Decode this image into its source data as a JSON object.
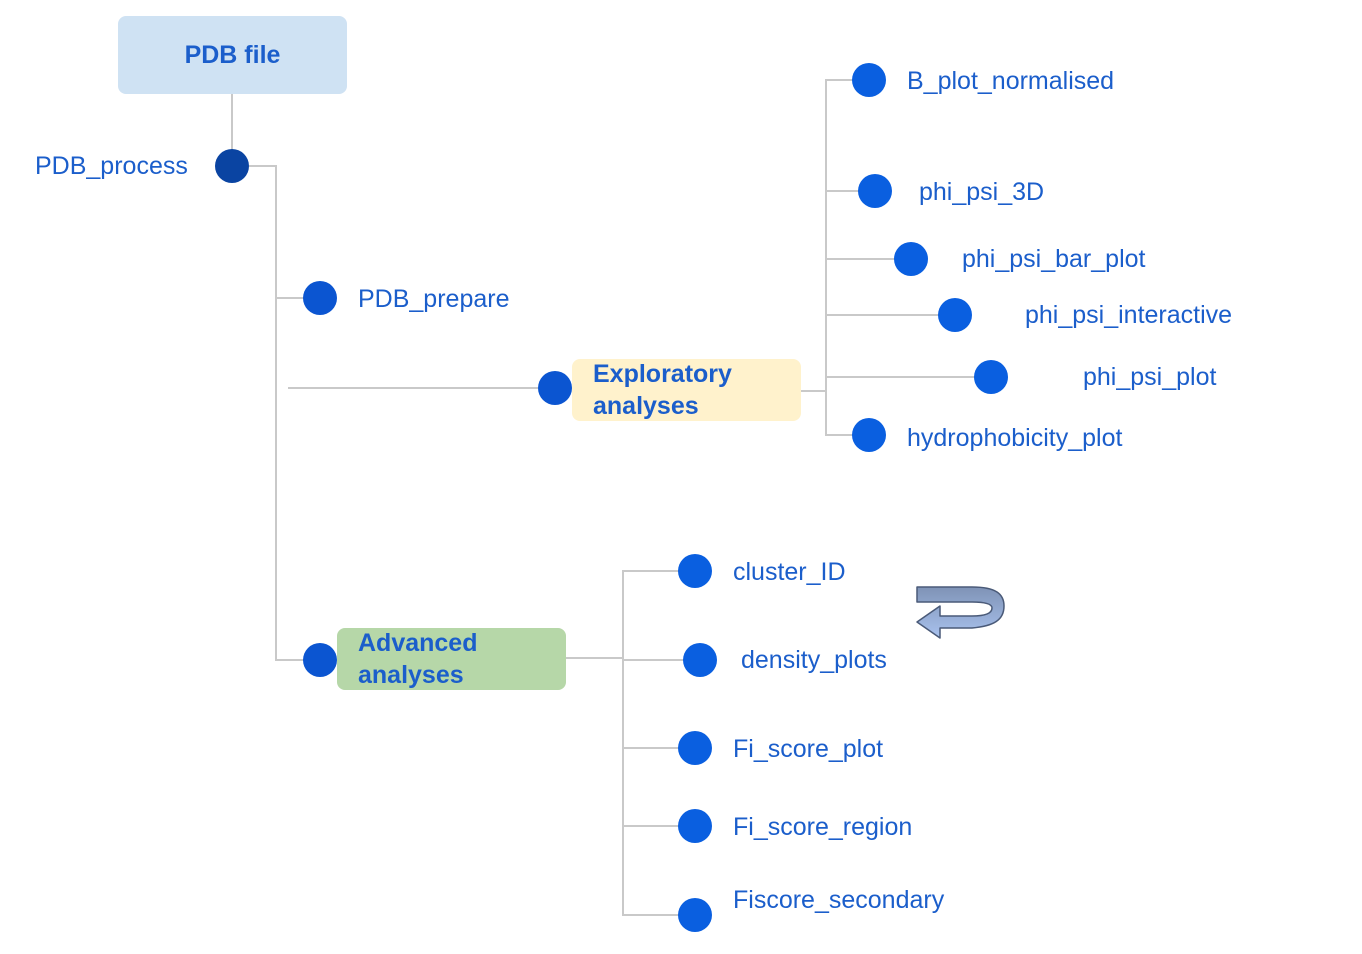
{
  "root": {
    "label": "PDB file"
  },
  "process": {
    "label": "PDB_process"
  },
  "prepare": {
    "label": "PDB_prepare"
  },
  "exploratory": {
    "line1": "Exploratory",
    "line2": "analyses",
    "items": [
      "B_plot_normalised",
      "phi_psi_3D",
      "phi_psi_bar_plot",
      "phi_psi_interactive",
      "phi_psi_plot",
      "hydrophobicity_plot"
    ]
  },
  "advanced": {
    "line1": "Advanced",
    "line2": "analyses",
    "items": [
      "cluster_ID",
      "density_plots",
      "Fi_score_plot",
      "Fi_score_region",
      "Fiscore_secondary"
    ]
  },
  "colors": {
    "text": "#1b5ecb",
    "node": "#0a5fe0",
    "node_dark": "#0a44a2",
    "connector": "#c9c9c9",
    "root_box": "#cfe2f3",
    "exploratory_box": "#fff2cc",
    "advanced_box": "#b6d7a8",
    "arrow": "#8ea3c6"
  },
  "icons": [
    "refresh-arrow-icon"
  ]
}
